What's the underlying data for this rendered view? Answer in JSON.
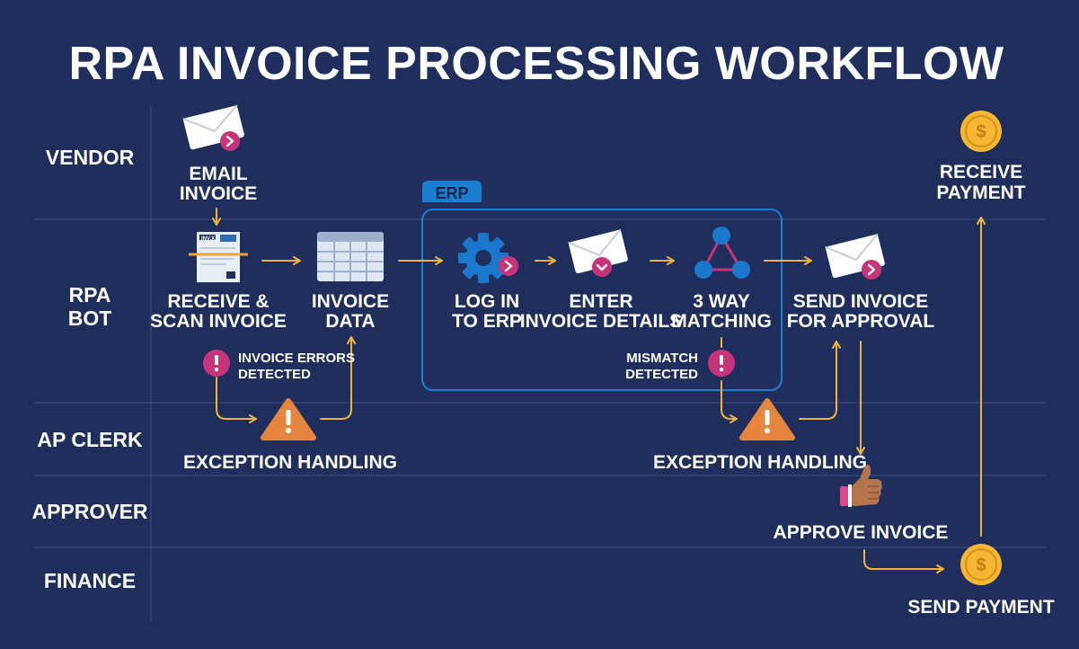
{
  "title": "RPA INVOICE PROCESSING WORKFLOW",
  "lanes": [
    "VENDOR",
    "RPA",
    "BOT",
    "AP CLERK",
    "APPROVER",
    "FINANCE"
  ],
  "erp_label": "ERP",
  "steps": {
    "email_invoice": [
      "EMAIL",
      "INVOICE"
    ],
    "receive_scan": [
      "RECEIVE &",
      "SCAN INVOICE"
    ],
    "invoice_data": [
      "INVOICE",
      "DATA"
    ],
    "log_in": [
      "LOG IN",
      "TO ERP"
    ],
    "enter_details": [
      "ENTER",
      "INVOICE DETAILS"
    ],
    "three_way": [
      "3 WAY",
      "MATCHING"
    ],
    "send_approval": [
      "SEND INVOICE",
      "FOR APPROVAL"
    ],
    "receive_payment": [
      "RECEIVE",
      "PAYMENT"
    ],
    "exception_1": "EXCEPTION HANDLING",
    "exception_2": "EXCEPTION HANDLING",
    "approve": "APPROVE INVOICE",
    "send_payment": "SEND PAYMENT"
  },
  "alerts": {
    "invoice_errors": [
      "INVOICE ERRORS",
      "DETECTED"
    ],
    "mismatch": [
      "MISMATCH",
      "DETECTED"
    ]
  },
  "icons": {
    "envelope": "envelope-icon",
    "scan": "scanned-invoice-icon",
    "table": "table-icon",
    "gear": "gear-icon",
    "triangle_nodes": "three-way-icon",
    "alert": "exclamation-icon",
    "warning": "warning-triangle-icon",
    "thumbs_up": "thumbs-up-icon",
    "coin": "dollar-coin-icon",
    "coin_symbol": "$",
    "scan_header": "INV.XX"
  },
  "colors": {
    "background": "#1f2e5c",
    "lane_line": "#3e5384",
    "arrow": "#f0b43a",
    "erp_border": "#1a7fd0",
    "magenta": "#c8347a",
    "warning": "#e6853e",
    "coin": "#f5b731",
    "gear": "#1978cc"
  }
}
